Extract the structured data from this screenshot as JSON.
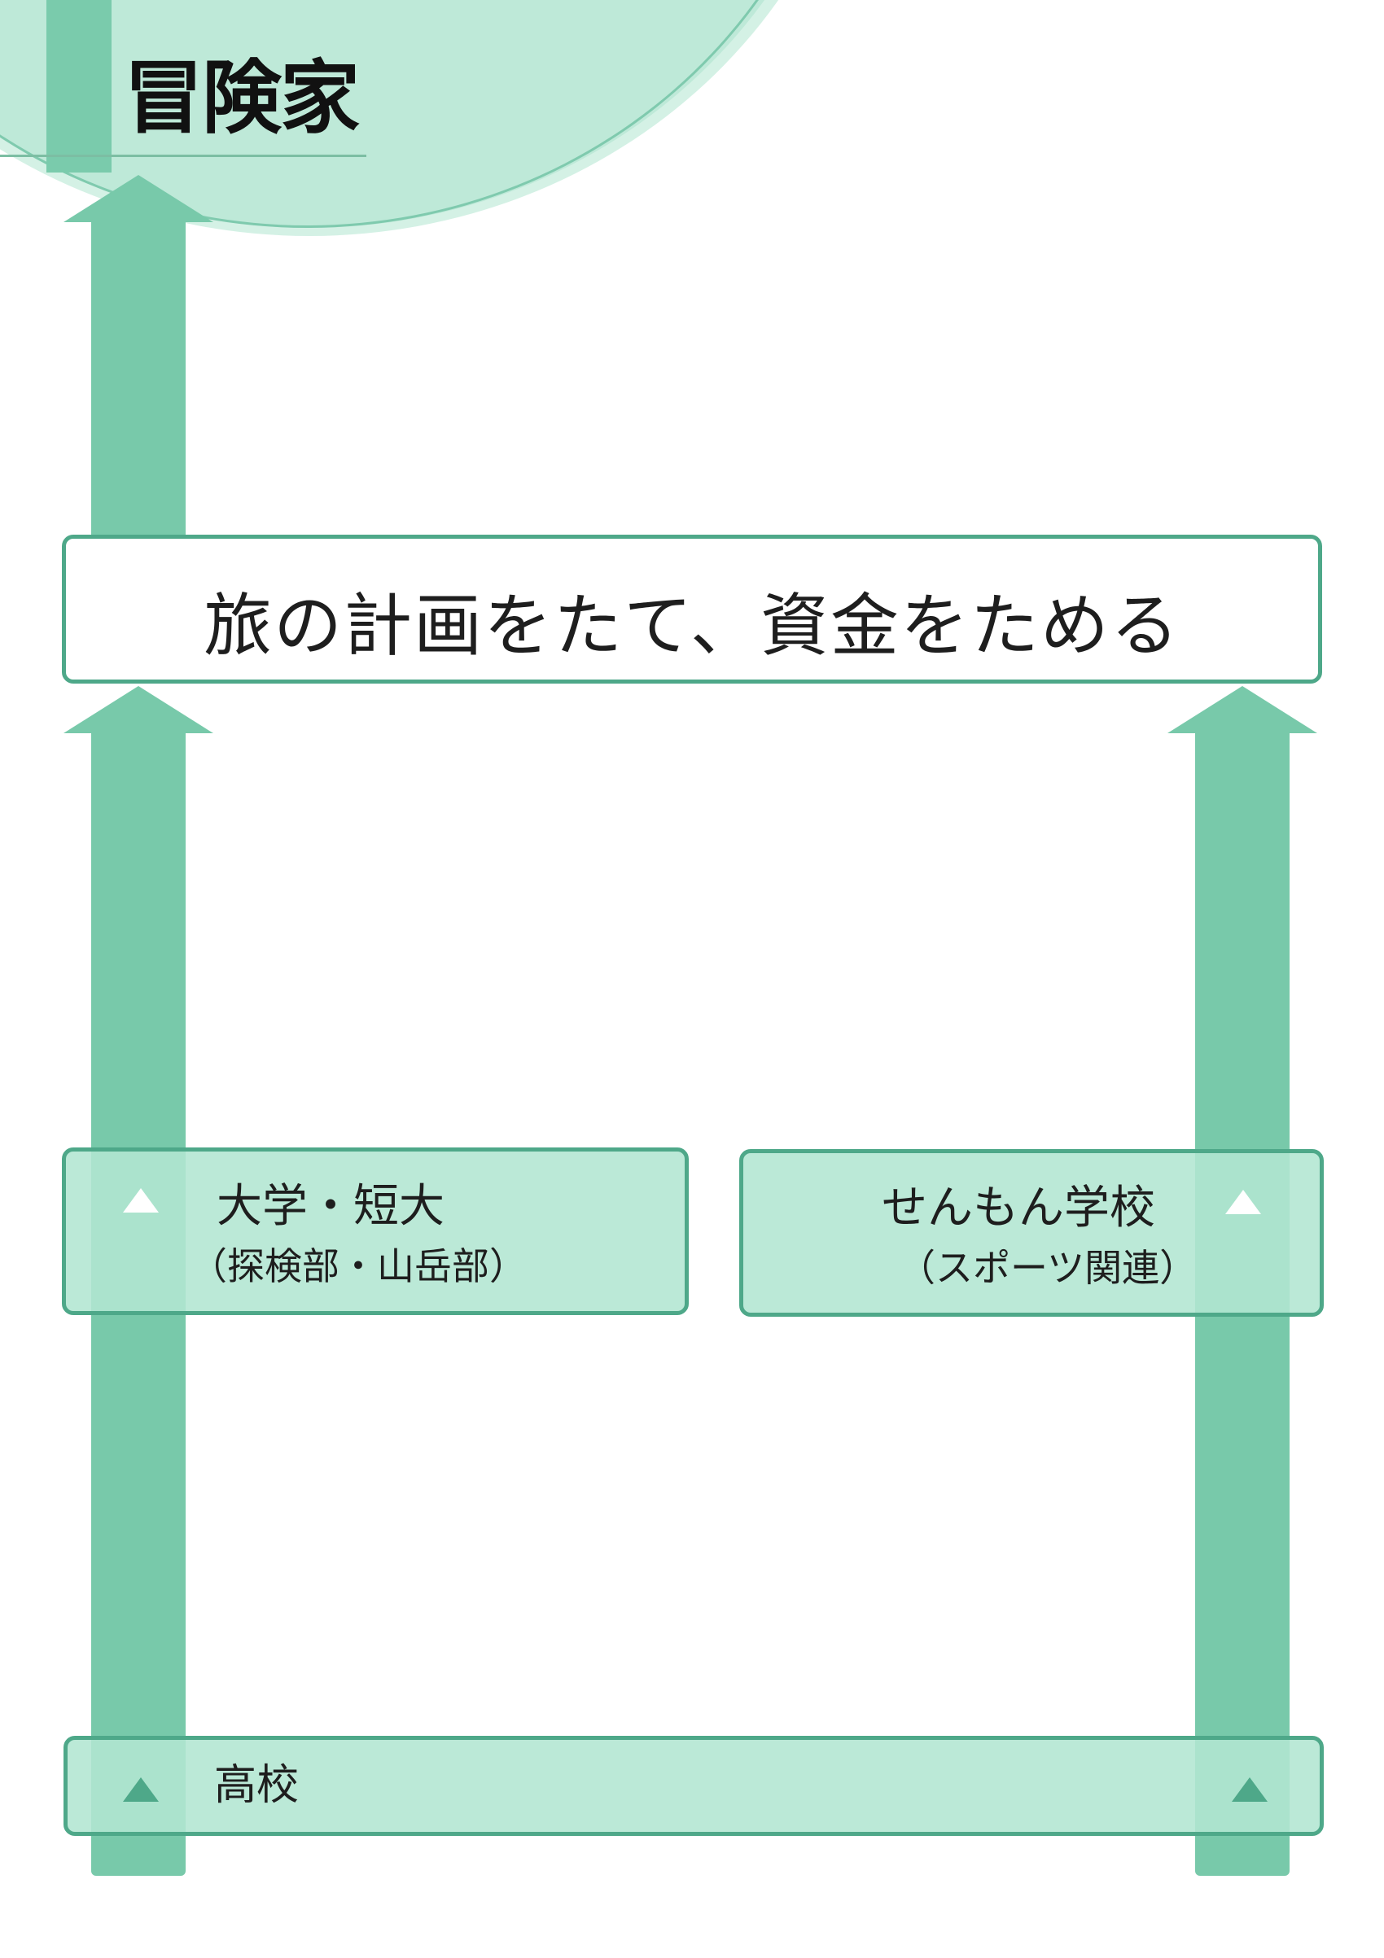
{
  "title": "冒険家",
  "steps": {
    "plan": "旅の計画をたて、資金をためる",
    "university": {
      "line1": "大学・短大",
      "line2": "（探検部・山岳部）"
    },
    "senmon": {
      "line1": "せんもん学校",
      "line2": "（スポーツ関連）"
    },
    "highschool": "高校"
  },
  "colors": {
    "arrow": "#78c9aa",
    "box_border": "#4ea889",
    "box_fill": "#b2e6d2",
    "circle": "#bee9d8"
  },
  "icons": [
    "up-arrow-icon",
    "triangle-up-icon"
  ]
}
